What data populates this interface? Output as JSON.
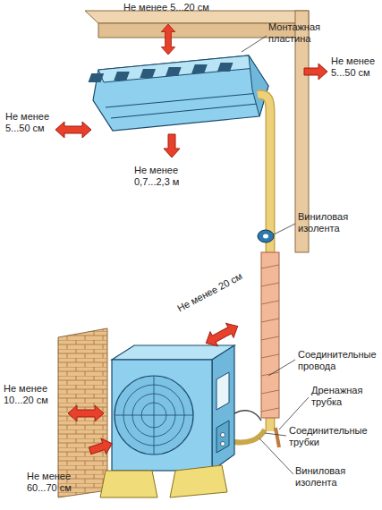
{
  "diagram": {
    "labels": [
      "Не менее 5...20 см",
      "Монтажная пластина",
      "Не менее 5...50 см",
      "Не менее 5...50 см",
      "Не менее 0,7...2,3 м",
      "Виниловая изолента",
      "Не менее 20 см",
      "Соединительные провода",
      "Дренажная трубка",
      "Не менее 10...20 см",
      "Соединительные трубки",
      "Не менее 60...70 см",
      "Виниловая изолента"
    ]
  }
}
